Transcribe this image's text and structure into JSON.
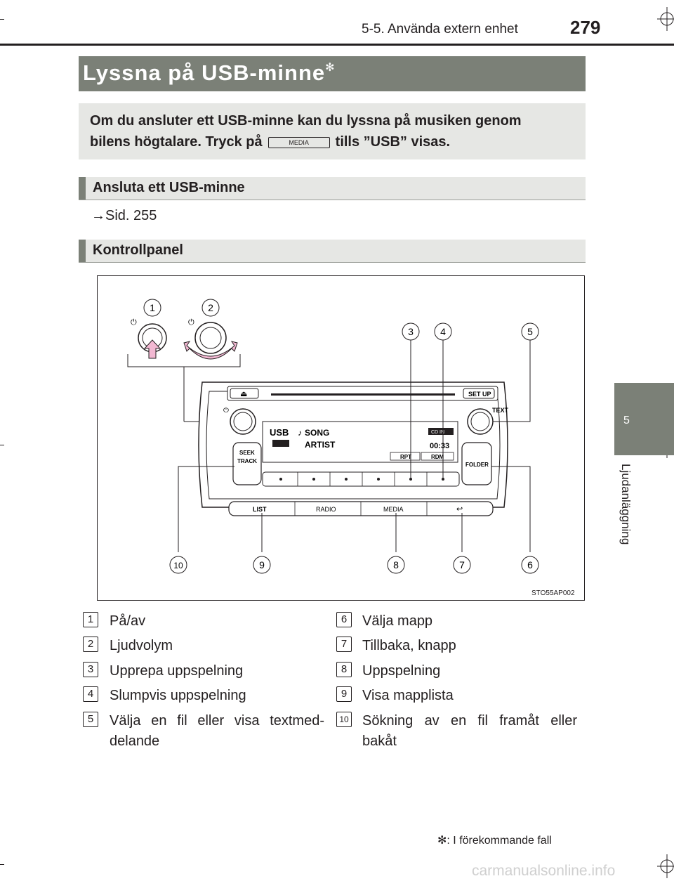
{
  "header": {
    "section": "5-5. Använda extern enhet",
    "page_number": "279"
  },
  "side_tab": {
    "number": "5",
    "label": "Ljudanläggning"
  },
  "title": {
    "text": "Lyssna på USB-minne",
    "marker": "✻"
  },
  "intro": {
    "line1": "Om du ansluter ett USB-minne kan du lyssna på musiken genom",
    "line2_start": "bilens högtalare. Tryck på",
    "button_label": "MEDIA",
    "line2_end": "tills ”USB” visas."
  },
  "section1": {
    "heading": "Ansluta ett USB-minne",
    "ref_arrow": "→",
    "ref_text": "Sid. 255"
  },
  "section2": {
    "heading": "Kontrollpanel"
  },
  "figure": {
    "id": "STO55AP002",
    "callouts": [
      "1",
      "2",
      "3",
      "4",
      "5",
      "6",
      "7",
      "8",
      "9",
      "10"
    ],
    "panel": {
      "power_symbol": "⏻",
      "eject_symbol": "⏏",
      "setup_label": "SET UP",
      "text_label": "TEXT",
      "display_source": "USB",
      "display_song": "SONG",
      "display_artist": "ARTIST",
      "cd_in_label": "CD IN",
      "time": "00:33",
      "rpt_label": "RPT",
      "rdm_label": "RDM",
      "seek_label": "SEEK",
      "track_label": "TRACK",
      "folder_label": "FOLDER",
      "btn_list": "LIST",
      "btn_radio": "RADIO",
      "btn_media": "MEDIA",
      "btn_back": "↩"
    }
  },
  "legend_left": [
    {
      "num": "1",
      "text": "På/av"
    },
    {
      "num": "2",
      "text": "Ljudvolym"
    },
    {
      "num": "3",
      "text": "Upprepa uppspelning"
    },
    {
      "num": "4",
      "text": "Slumpvis uppspelning"
    },
    {
      "num": "5",
      "text": "Välja en fil eller visa textmed-",
      "text2": "delande"
    }
  ],
  "legend_right": [
    {
      "num": "6",
      "text": "Välja mapp"
    },
    {
      "num": "7",
      "text": "Tillbaka, knapp"
    },
    {
      "num": "8",
      "text": "Uppspelning"
    },
    {
      "num": "9",
      "text": "Visa mapplista"
    },
    {
      "num": "10",
      "text": "Sökning av en fil framåt eller",
      "text2": "bakåt"
    }
  ],
  "footnote": {
    "marker": "✻",
    "text": ": I förekommande fall"
  },
  "watermark": "carmanualsonline.info"
}
